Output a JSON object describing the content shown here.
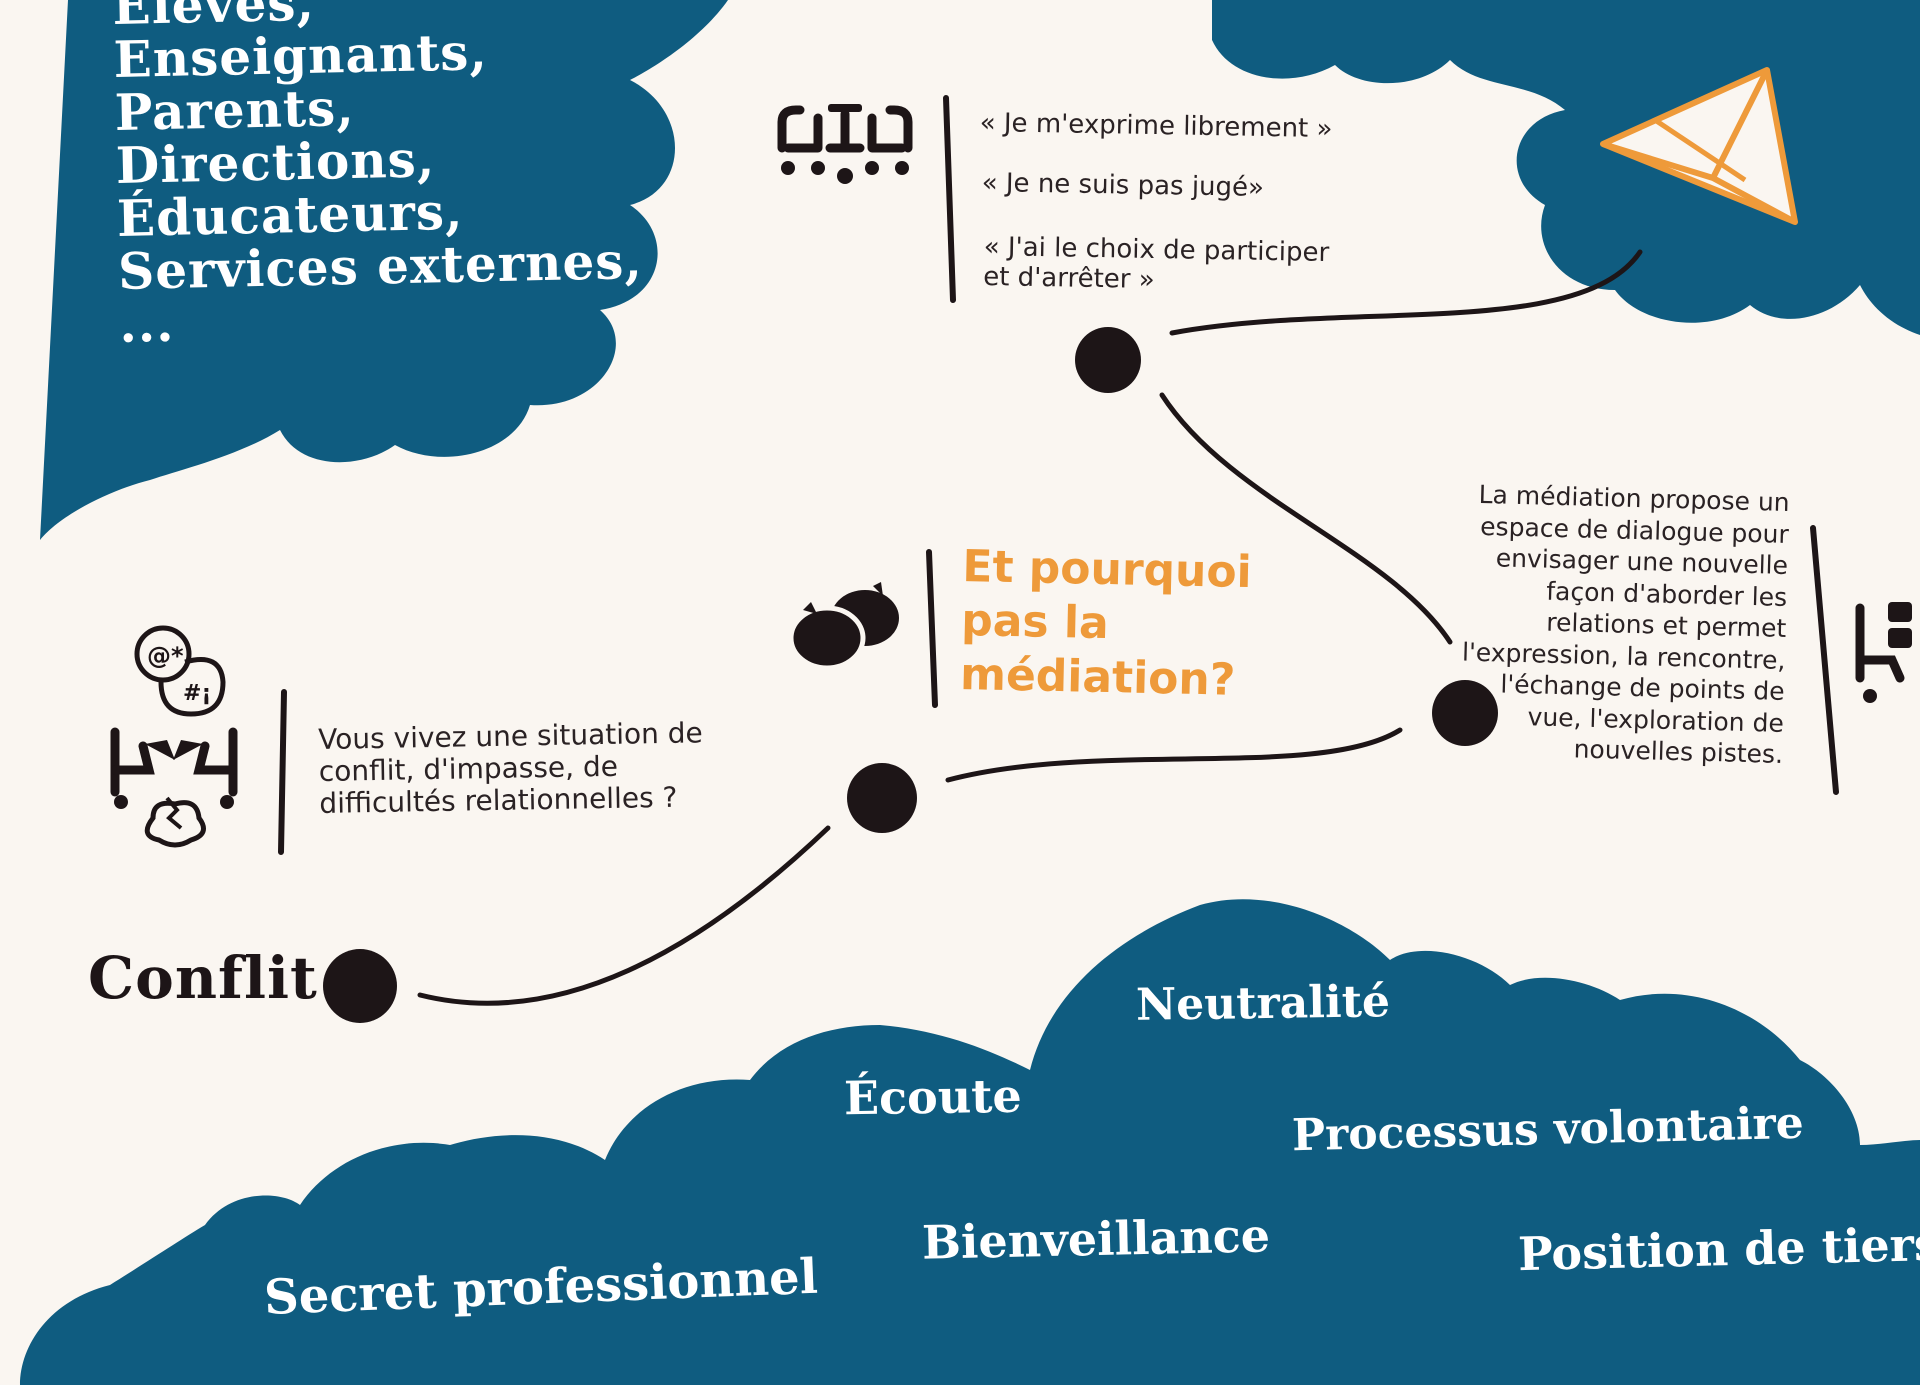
{
  "audience": {
    "lines": [
      "Élèves,",
      "Enseignants,",
      "Parents,",
      "Directions,",
      "Éducateurs,",
      "Services externes,",
      "..."
    ]
  },
  "quotes": [
    "« Je m'exprime librement »",
    "« Je ne suis pas jugé»",
    "« J'ai le choix de participer\net d'arrêter »"
  ],
  "question": {
    "title": "Et pourquoi pas la médiation?"
  },
  "situation": {
    "text": "Vous vivez une situation de conflit, d'impasse, de difficultés relationnelles ?"
  },
  "mediation": {
    "text": "La médiation propose un espace de dialogue pour envisager une nouvelle façon d'aborder les relations et permet l'expression, la rencontre, l'échange de points de vue, l'exploration de nouvelles pistes."
  },
  "start": {
    "label": "Conflit"
  },
  "values": {
    "neutralite": "Neutralité",
    "ecoute": "Écoute",
    "processus": "Processus volontaire",
    "bienveillance": "Bienveillance",
    "position": "Position de tiers",
    "secret": "Secret professionnel"
  },
  "colors": {
    "blue": "#0f5c80",
    "orange": "#ee9a3a",
    "ink": "#1d1517",
    "paper": "#faf6f1"
  },
  "icons": {
    "conversation": "two-people-talking-icon",
    "angry": "angry-faces-icon",
    "bubbles": "speech-bubbles-icon",
    "paper_plane": "paper-plane-icon",
    "partial": "person-icon"
  }
}
